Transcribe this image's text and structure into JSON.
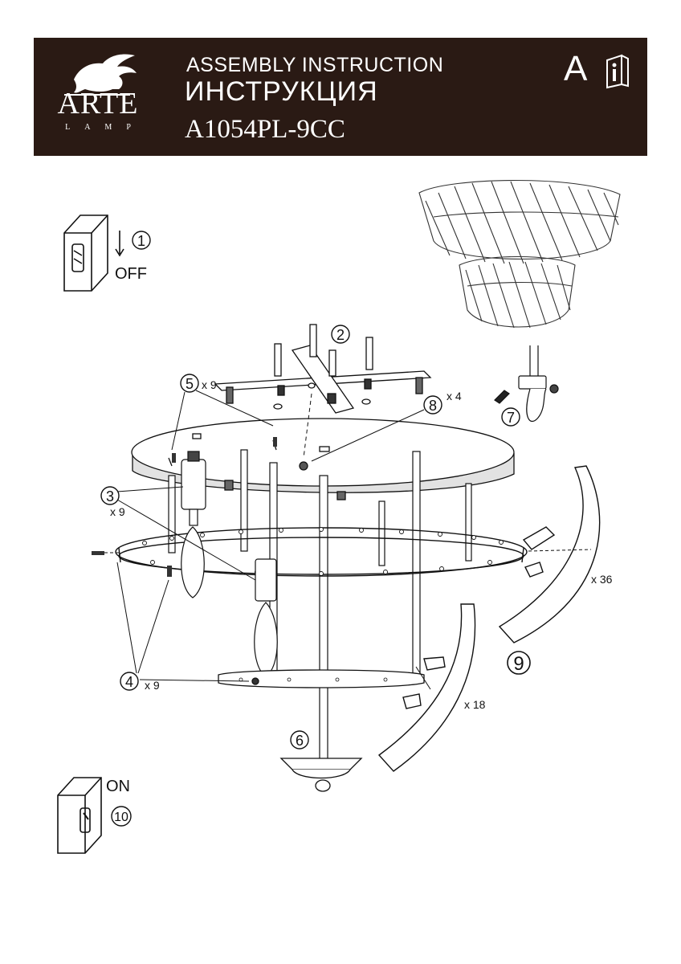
{
  "header": {
    "brand_name": "ARTE",
    "brand_sub": "LAMP",
    "title_en": "ASSEMBLY INSTRUCTION",
    "title_ru": "ИНСТРУКЦИЯ",
    "model": "A1054PL-9CC",
    "sheet_letter": "A",
    "info_icon": "info-book-icon"
  },
  "steps": {
    "s1": "1",
    "off": "OFF",
    "s2": "2",
    "s3": "3",
    "s3_qty": "x 9",
    "s4": "4",
    "s4_qty": "x 9",
    "s5": "5",
    "s5_qty": "x 9",
    "s6": "6",
    "s7": "7",
    "s8": "8",
    "s8_qty": "x 4",
    "s9": "9",
    "s9_qty_a": "x 36",
    "s9_qty_b": "x 18",
    "s10": "10",
    "on": "ON"
  }
}
